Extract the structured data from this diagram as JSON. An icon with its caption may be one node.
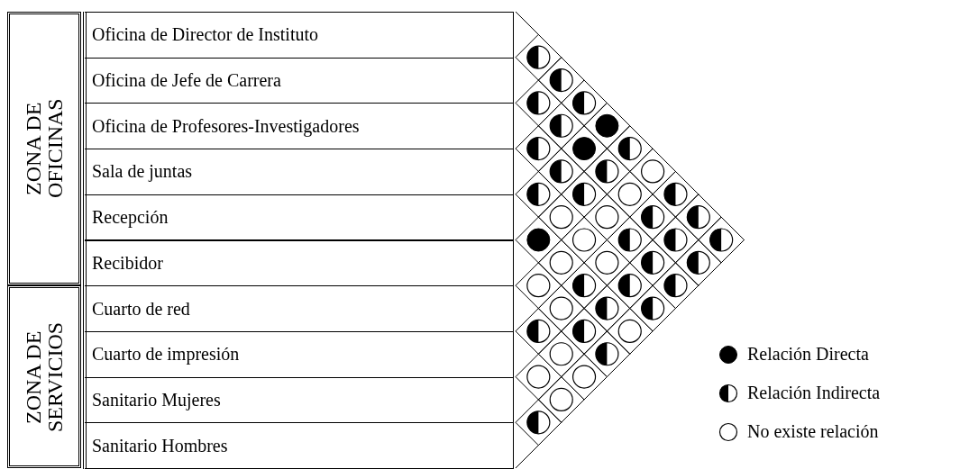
{
  "diagram": {
    "nodes": [
      {
        "text": [
          "ZONA DE OFICINAS"
        ]
      },
      {
        "text": [
          "Oficina de Director de Instituto"
        ]
      },
      {
        "text": [
          "Oficina de Jefe de Carrera"
        ]
      },
      {
        "text": [
          "Oficina de Profesores-Investigadores"
        ]
      },
      {
        "text": [
          "Sala de juntas"
        ]
      },
      {
        "text": [
          "Recepción"
        ]
      },
      {
        "text": [
          "Recibidor"
        ]
      },
      {
        "text": [
          "ZONA DE SERVICIOS"
        ]
      },
      {
        "text": [
          "Cuarto de red"
        ]
      },
      {
        "text": [
          "Cuarto de impresión"
        ]
      },
      {
        "text": [
          "Sanitario Mujeres"
        ]
      },
      {
        "text": [
          "Sanitario Hombres"
        ]
      },
      {
        "text": [],
        "shape": "half-disc"
      },
      {
        "text": [],
        "shape": "half-disc"
      },
      {
        "text": [],
        "shape": "half-disc"
      },
      {
        "text": [],
        "shape": "half-disc"
      },
      {
        "text": [],
        "shape": "half-disc"
      },
      {
        "text": [],
        "shape": "disc"
      },
      {
        "text": [],
        "shape": "half-disc"
      },
      {
        "text": [],
        "shape": "disc"
      },
      {
        "text": [],
        "shape": "half-disc"
      },
      {
        "text": [],
        "shape": "half-disc"
      },
      {
        "text": [],
        "shape": "half-disc"
      },
      {
        "text": [],
        "shape": "circle"
      },
      {
        "text": [],
        "shape": "half-disc"
      },
      {
        "text": [],
        "shape": "half-disc"
      },
      {
        "text": [],
        "shape": "circle"
      },
      {
        "text": [],
        "shape": "half-disc"
      },
      {
        "text": [],
        "shape": "circle"
      },
      {
        "text": [],
        "shape": "circle"
      },
      {
        "text": [],
        "shape": "half-disc"
      },
      {
        "text": [],
        "shape": "half-disc"
      },
      {
        "text": [],
        "shape": "disc"
      },
      {
        "text": [],
        "shape": "circle"
      },
      {
        "text": [],
        "shape": "half-disc"
      },
      {
        "text": [],
        "shape": "half-disc"
      },
      {
        "text": [],
        "shape": "half-disc"
      },
      {
        "text": [],
        "shape": "circle"
      },
      {
        "text": [],
        "shape": "circle"
      },
      {
        "text": [],
        "shape": "half-disc"
      },
      {
        "text": [],
        "shape": "half-disc"
      },
      {
        "text": [],
        "shape": "circle"
      },
      {
        "text": [],
        "shape": "half-disc"
      },
      {
        "text": [],
        "shape": "half-disc"
      },
      {
        "text": [],
        "shape": "half-disc"
      },
      {
        "text": [],
        "shape": "circle"
      },
      {
        "text": [],
        "shape": "half-disc"
      },
      {
        "text": [],
        "shape": "half-disc"
      },
      {
        "text": [],
        "shape": "half-disc"
      },
      {
        "text": [],
        "shape": "half-disc"
      },
      {
        "text": [],
        "shape": "circle"
      },
      {
        "text": [],
        "shape": "circle"
      },
      {
        "text": [],
        "shape": "half-disc"
      },
      {
        "text": [],
        "shape": "circle"
      },
      {
        "text": [],
        "shape": "circle"
      },
      {
        "text": [],
        "shape": "circle"
      },
      {
        "text": [],
        "shape": "half-disc"
      }
    ],
    "legend": [
      {
        "text": "Relación Directa"
      },
      {
        "text": "Relación Indirecta"
      },
      {
        "text": "No existe relación"
      }
    ]
  }
}
